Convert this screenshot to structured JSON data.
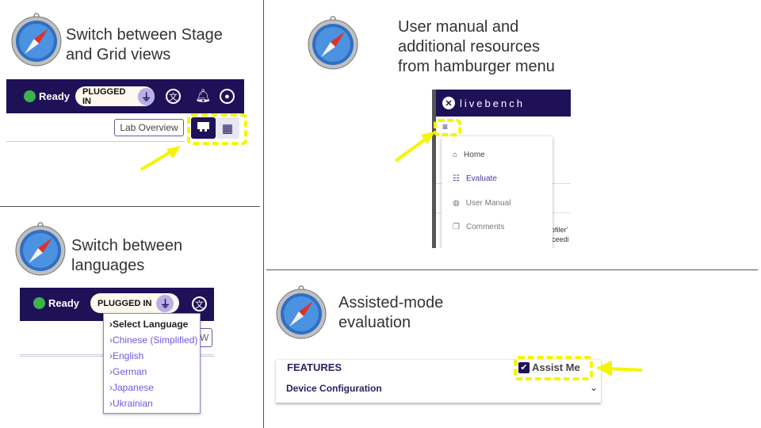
{
  "panels": {
    "stage_grid": {
      "caption_line1": "Switch between Stage",
      "caption_line2": "and Grid views",
      "status": "Ready",
      "plugged": "PLUGGED IN",
      "lab_overview": "Lab Overview"
    },
    "manual": {
      "caption_line1": "User manual and",
      "caption_line2": "additional resources",
      "caption_line3": "from hamburger menu",
      "brand": "livebench",
      "menu": [
        "Home",
        "Evaluate",
        "User Manual",
        "Comments"
      ],
      "bg_text1": "rofiler'",
      "bg_text2": "ceedi"
    },
    "languages": {
      "caption_line1": "Switch between",
      "caption_line2": "languages",
      "status": "Ready",
      "plugged": "PLUGGED IN",
      "header": "›Select Language",
      "options": [
        "›Chinese (Simplified)",
        "›English",
        "›German",
        "›Japanese",
        "›Ukrainian"
      ],
      "bg_letter": "W"
    },
    "assist": {
      "caption_line1": "Assisted-mode",
      "caption_line2": "evaluation",
      "features": "FEATURES",
      "assist_me": "Assist Me",
      "assist_checked": true,
      "device_config": "Device Configuration"
    }
  },
  "colors": {
    "brand_dark": "#1f1158",
    "highlight": "#f5f500",
    "ready": "#3cb44b"
  }
}
